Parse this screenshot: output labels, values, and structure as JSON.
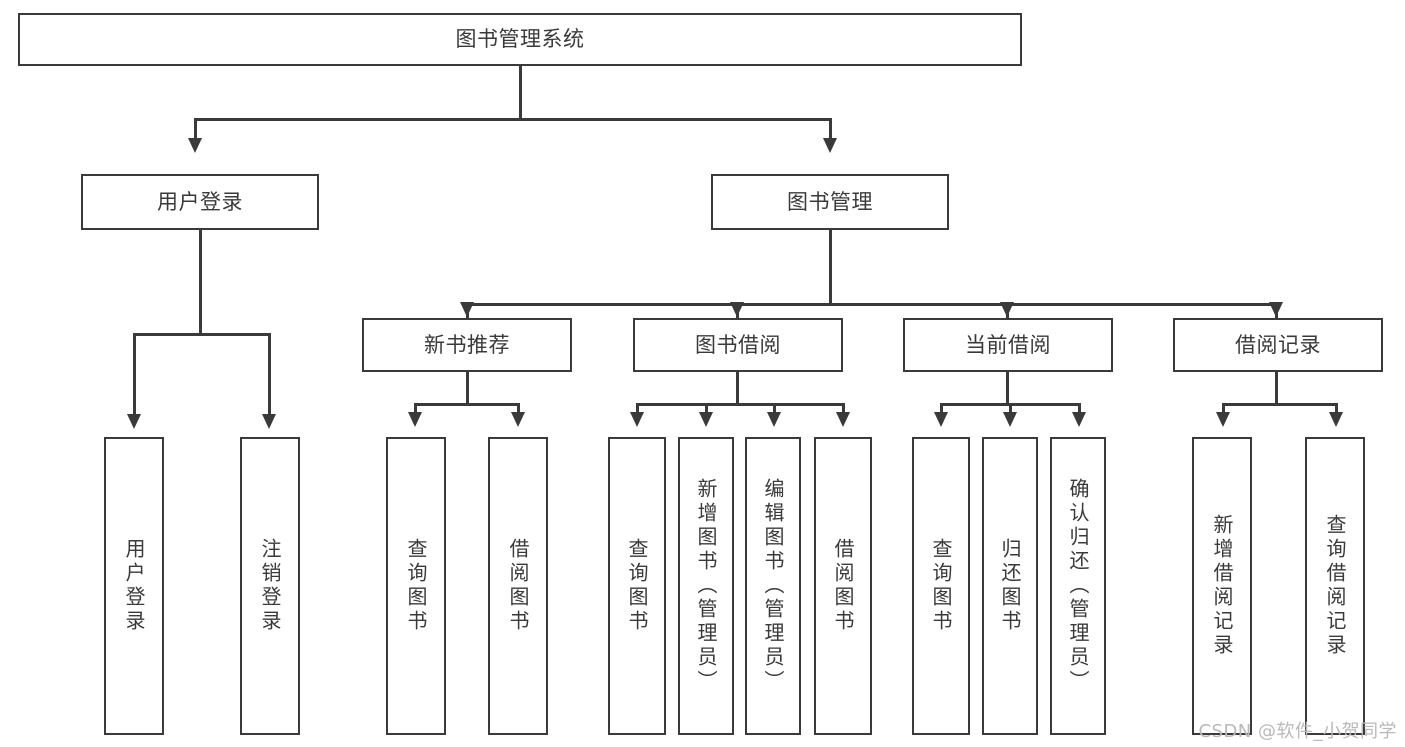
{
  "diagram": {
    "title": "图书管理系统",
    "type": "tree-hierarchy-diagram",
    "root": "图书管理系统",
    "level2": {
      "user_login": "用户登录",
      "book_manage": "图书管理"
    },
    "level3": {
      "new_book_recommend": "新书推荐",
      "book_borrow": "图书借阅",
      "current_borrow": "当前借阅",
      "borrow_record": "借阅记录"
    },
    "leaves": {
      "user_login_1": "用户登录",
      "user_login_2": "注销登录",
      "recommend_1": "查询图书",
      "recommend_2": "借阅图书",
      "borrow_1": "查询图书",
      "borrow_2": "新增图书（管理员）",
      "borrow_3": "编辑图书（管理员）",
      "borrow_4": "借阅图书",
      "current_1": "查询图书",
      "current_2": "归还图书",
      "current_3": "确认归还（管理员）",
      "record_1": "新增借阅记录",
      "record_2": "查询借阅记录"
    }
  },
  "watermark": {
    "text": "CSDN @软件_小贺同学"
  },
  "colors": {
    "stroke": "#3a3a3a",
    "text": "#3a3a3a",
    "background": "#ffffff",
    "watermark": "#b9b9b9"
  }
}
